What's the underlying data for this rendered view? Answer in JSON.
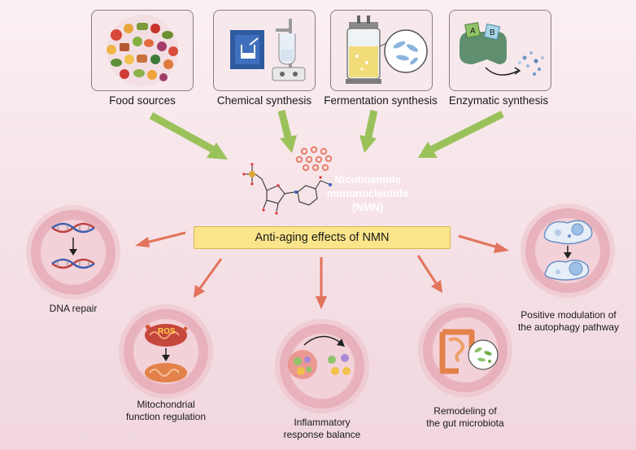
{
  "sources": [
    {
      "label": "Food sources",
      "icon": "food-collage-icon"
    },
    {
      "label": "Chemical synthesis",
      "icon": "lab-stirrer-icon"
    },
    {
      "label": "Fermentation synthesis",
      "icon": "bioreactor-icon"
    },
    {
      "label": "Enzymatic synthesis",
      "icon": "enzyme-icon"
    }
  ],
  "nmn": {
    "title_line1": "Nicotinamide",
    "title_line2": "mononucleotide",
    "title_line3": "(NMN)"
  },
  "banner": "Anti-aging effects of NMN",
  "effects": [
    {
      "line1": "DNA repair",
      "line2": ""
    },
    {
      "line1": "Mitochondrial",
      "line2": "function regulation"
    },
    {
      "line1": "Inflammatory",
      "line2": "response balance"
    },
    {
      "line1": "Remodeling of",
      "line2": "the gut microbiota"
    },
    {
      "line1": "Positive modulation of",
      "line2": "the autophagy pathway"
    }
  ],
  "icon_text": {
    "ros": "ROS",
    "enzyme_a": "A",
    "enzyme_b": "B"
  },
  "colors": {
    "input_arrow": "#9bc25a",
    "output_arrow": "#e2735c",
    "banner_fill": "#fbe58a",
    "circle_fill": "#e9b3bd"
  }
}
